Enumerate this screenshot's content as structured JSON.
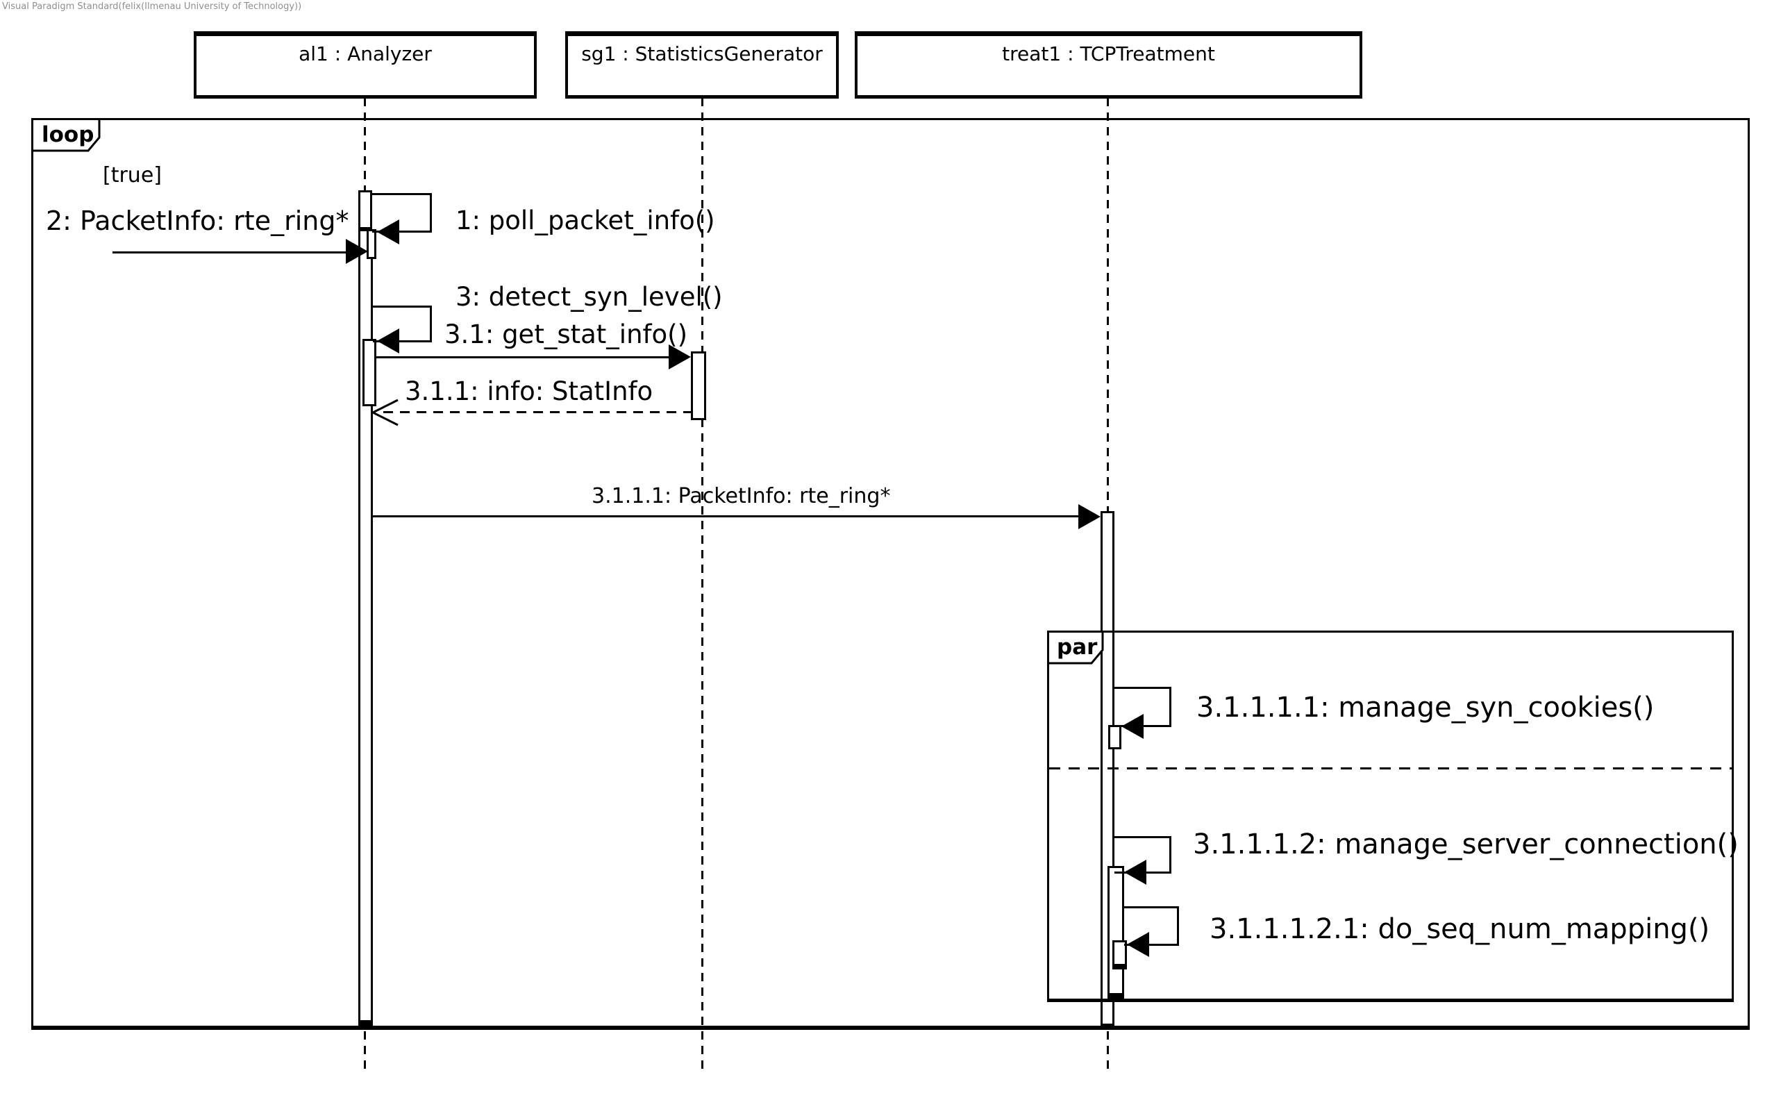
{
  "watermark": "Visual Paradigm Standard(felix(Ilmenau University of Technology))",
  "diagram": {
    "type": "uml-sequence-diagram",
    "lifelines": [
      {
        "label": "al1 : Analyzer"
      },
      {
        "label": "sg1 : StatisticsGenerator"
      },
      {
        "label": "treat1 : TCPTreatment"
      }
    ],
    "fragments": {
      "loop": {
        "operator": "loop",
        "guard": "[true]"
      },
      "par": {
        "operator": "par"
      }
    },
    "messages": [
      {
        "label": "1: poll_packet_info()",
        "kind": "self-call",
        "from": "al1",
        "to": "al1"
      },
      {
        "label": "2: PacketInfo: rte_ring*",
        "kind": "found",
        "from": "gate",
        "to": "al1"
      },
      {
        "label": "3: detect_syn_level()",
        "kind": "self-call",
        "from": "al1",
        "to": "al1"
      },
      {
        "label": "3.1: get_stat_info()",
        "kind": "call",
        "from": "al1",
        "to": "sg1"
      },
      {
        "label": "3.1.1: info: StatInfo",
        "kind": "return",
        "from": "sg1",
        "to": "al1"
      },
      {
        "label": "3.1.1.1: PacketInfo: rte_ring*",
        "kind": "call",
        "from": "al1",
        "to": "treat1"
      },
      {
        "label": "3.1.1.1.1: manage_syn_cookies()",
        "kind": "self-call",
        "from": "treat1",
        "to": "treat1"
      },
      {
        "label": "3.1.1.1.2: manage_server_connection()",
        "kind": "self-call",
        "from": "treat1",
        "to": "treat1"
      },
      {
        "label": "3.1.1.1.2.1: do_seq_num_mapping()",
        "kind": "self-call",
        "from": "treat1",
        "to": "treat1"
      }
    ],
    "colors": {
      "line": "#000000",
      "background": "#ffffff",
      "watermark": "#8f8f8f"
    }
  }
}
